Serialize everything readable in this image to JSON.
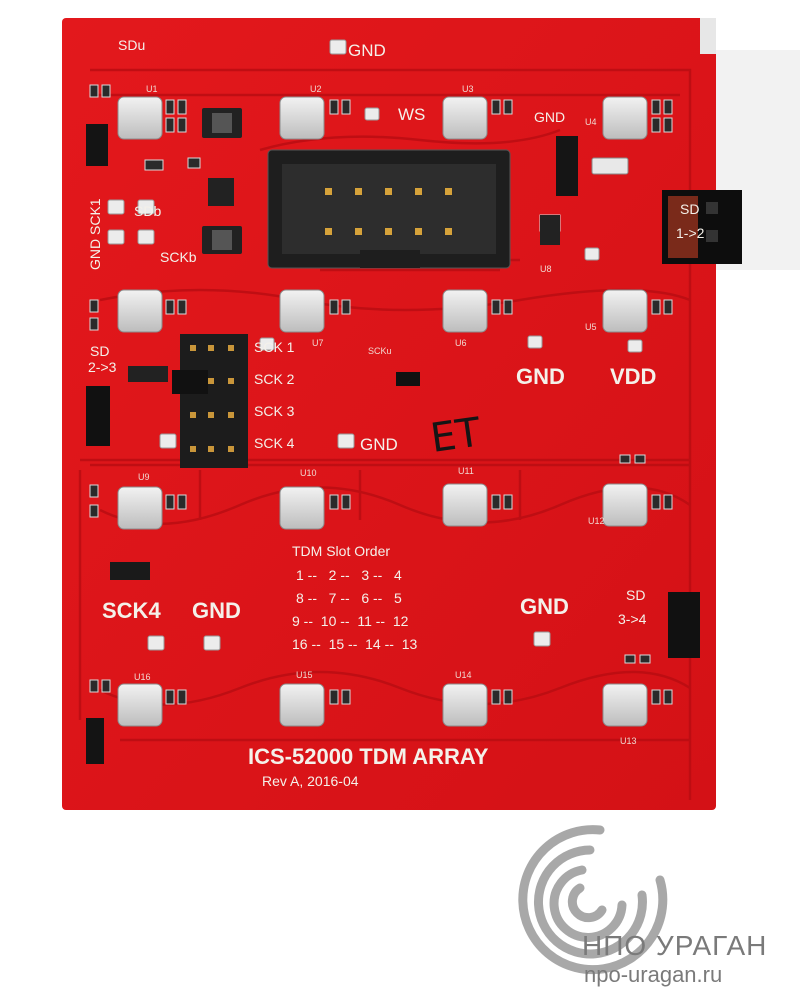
{
  "board": {
    "title": "ICS-52000 TDM ARRAY",
    "revision": "Rev A, 2016-04",
    "handwritten_mark": "ET",
    "colors": {
      "pcb": "#e0161b",
      "silkscreen": "#f4f1ea",
      "connector": "#222222"
    },
    "labels": {
      "gnd": "GND",
      "vdd": "VDD",
      "ws": "WS",
      "sd": "SD",
      "sd_1_2": "1->2",
      "sd_2_3": "2->3",
      "sd_3_4": "3->4",
      "sck1": "SCK 1",
      "sck2": "SCK 2",
      "sck3": "SCK 3",
      "sck4": "SCK 4",
      "sck4_big": "SCK4",
      "sdu": "SDu",
      "sdb": "SDb",
      "sckb": "SCKb",
      "scku": "SCKu",
      "gnd_sck1": "GND SCK1"
    },
    "tdm_slot_order": {
      "heading": "TDM Slot Order",
      "rows": [
        "1 --   2 --   3 --   4",
        "8 --   7 --   6 --   5",
        "9 --  10 --  11 --  12",
        "16 --  15 --  14 --  13"
      ]
    },
    "mic_labels": [
      "U1",
      "U2",
      "U3",
      "U4",
      "U5",
      "U6",
      "U7",
      "U8",
      "U9",
      "U10",
      "U11",
      "U12",
      "U13",
      "U14",
      "U15",
      "U16"
    ]
  },
  "watermark": {
    "name": "НПО УРАГАН",
    "url": "npo-uragan.ru",
    "icon": "swirl-logo-icon"
  }
}
